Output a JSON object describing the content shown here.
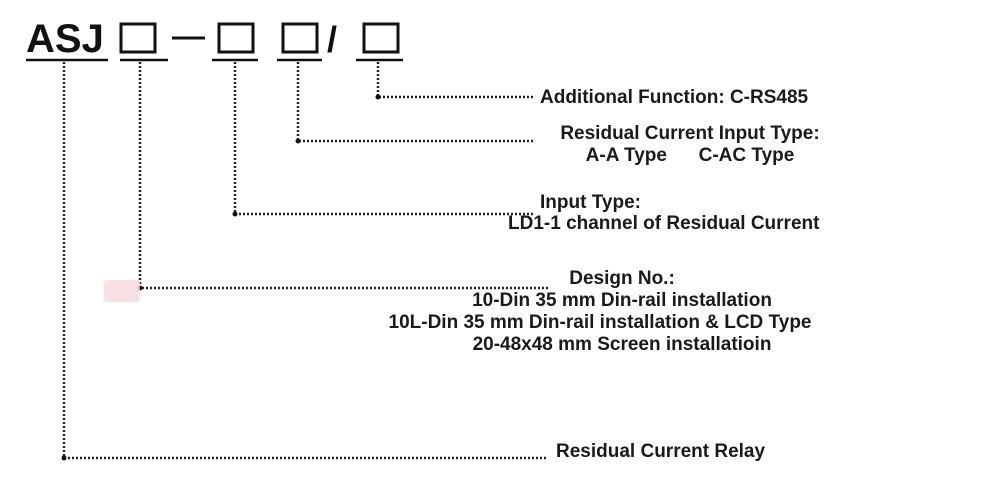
{
  "model_code": {
    "prefix": "ASJ",
    "dash": "",
    "slash": "/"
  },
  "fields": [
    {
      "id": "additional-function",
      "lines": [
        "Additional Function: C-RS485"
      ]
    },
    {
      "id": "residual-current-input-type",
      "lines": [
        "Residual Current Input Type:",
        "A-A Type      C-AC Type"
      ]
    },
    {
      "id": "input-type",
      "lines": [
        "Input Type:",
        "LD1-1 channel of Residual Current"
      ]
    },
    {
      "id": "design-no",
      "lines": [
        "Design No.:",
        "10-Din 35 mm Din-rail installation",
        "10L-Din 35 mm Din-rail installation & LCD Type",
        "20-48x48 mm Screen installatioin"
      ]
    },
    {
      "id": "residual-current-relay",
      "lines": [
        "Residual Current Relay"
      ]
    }
  ]
}
